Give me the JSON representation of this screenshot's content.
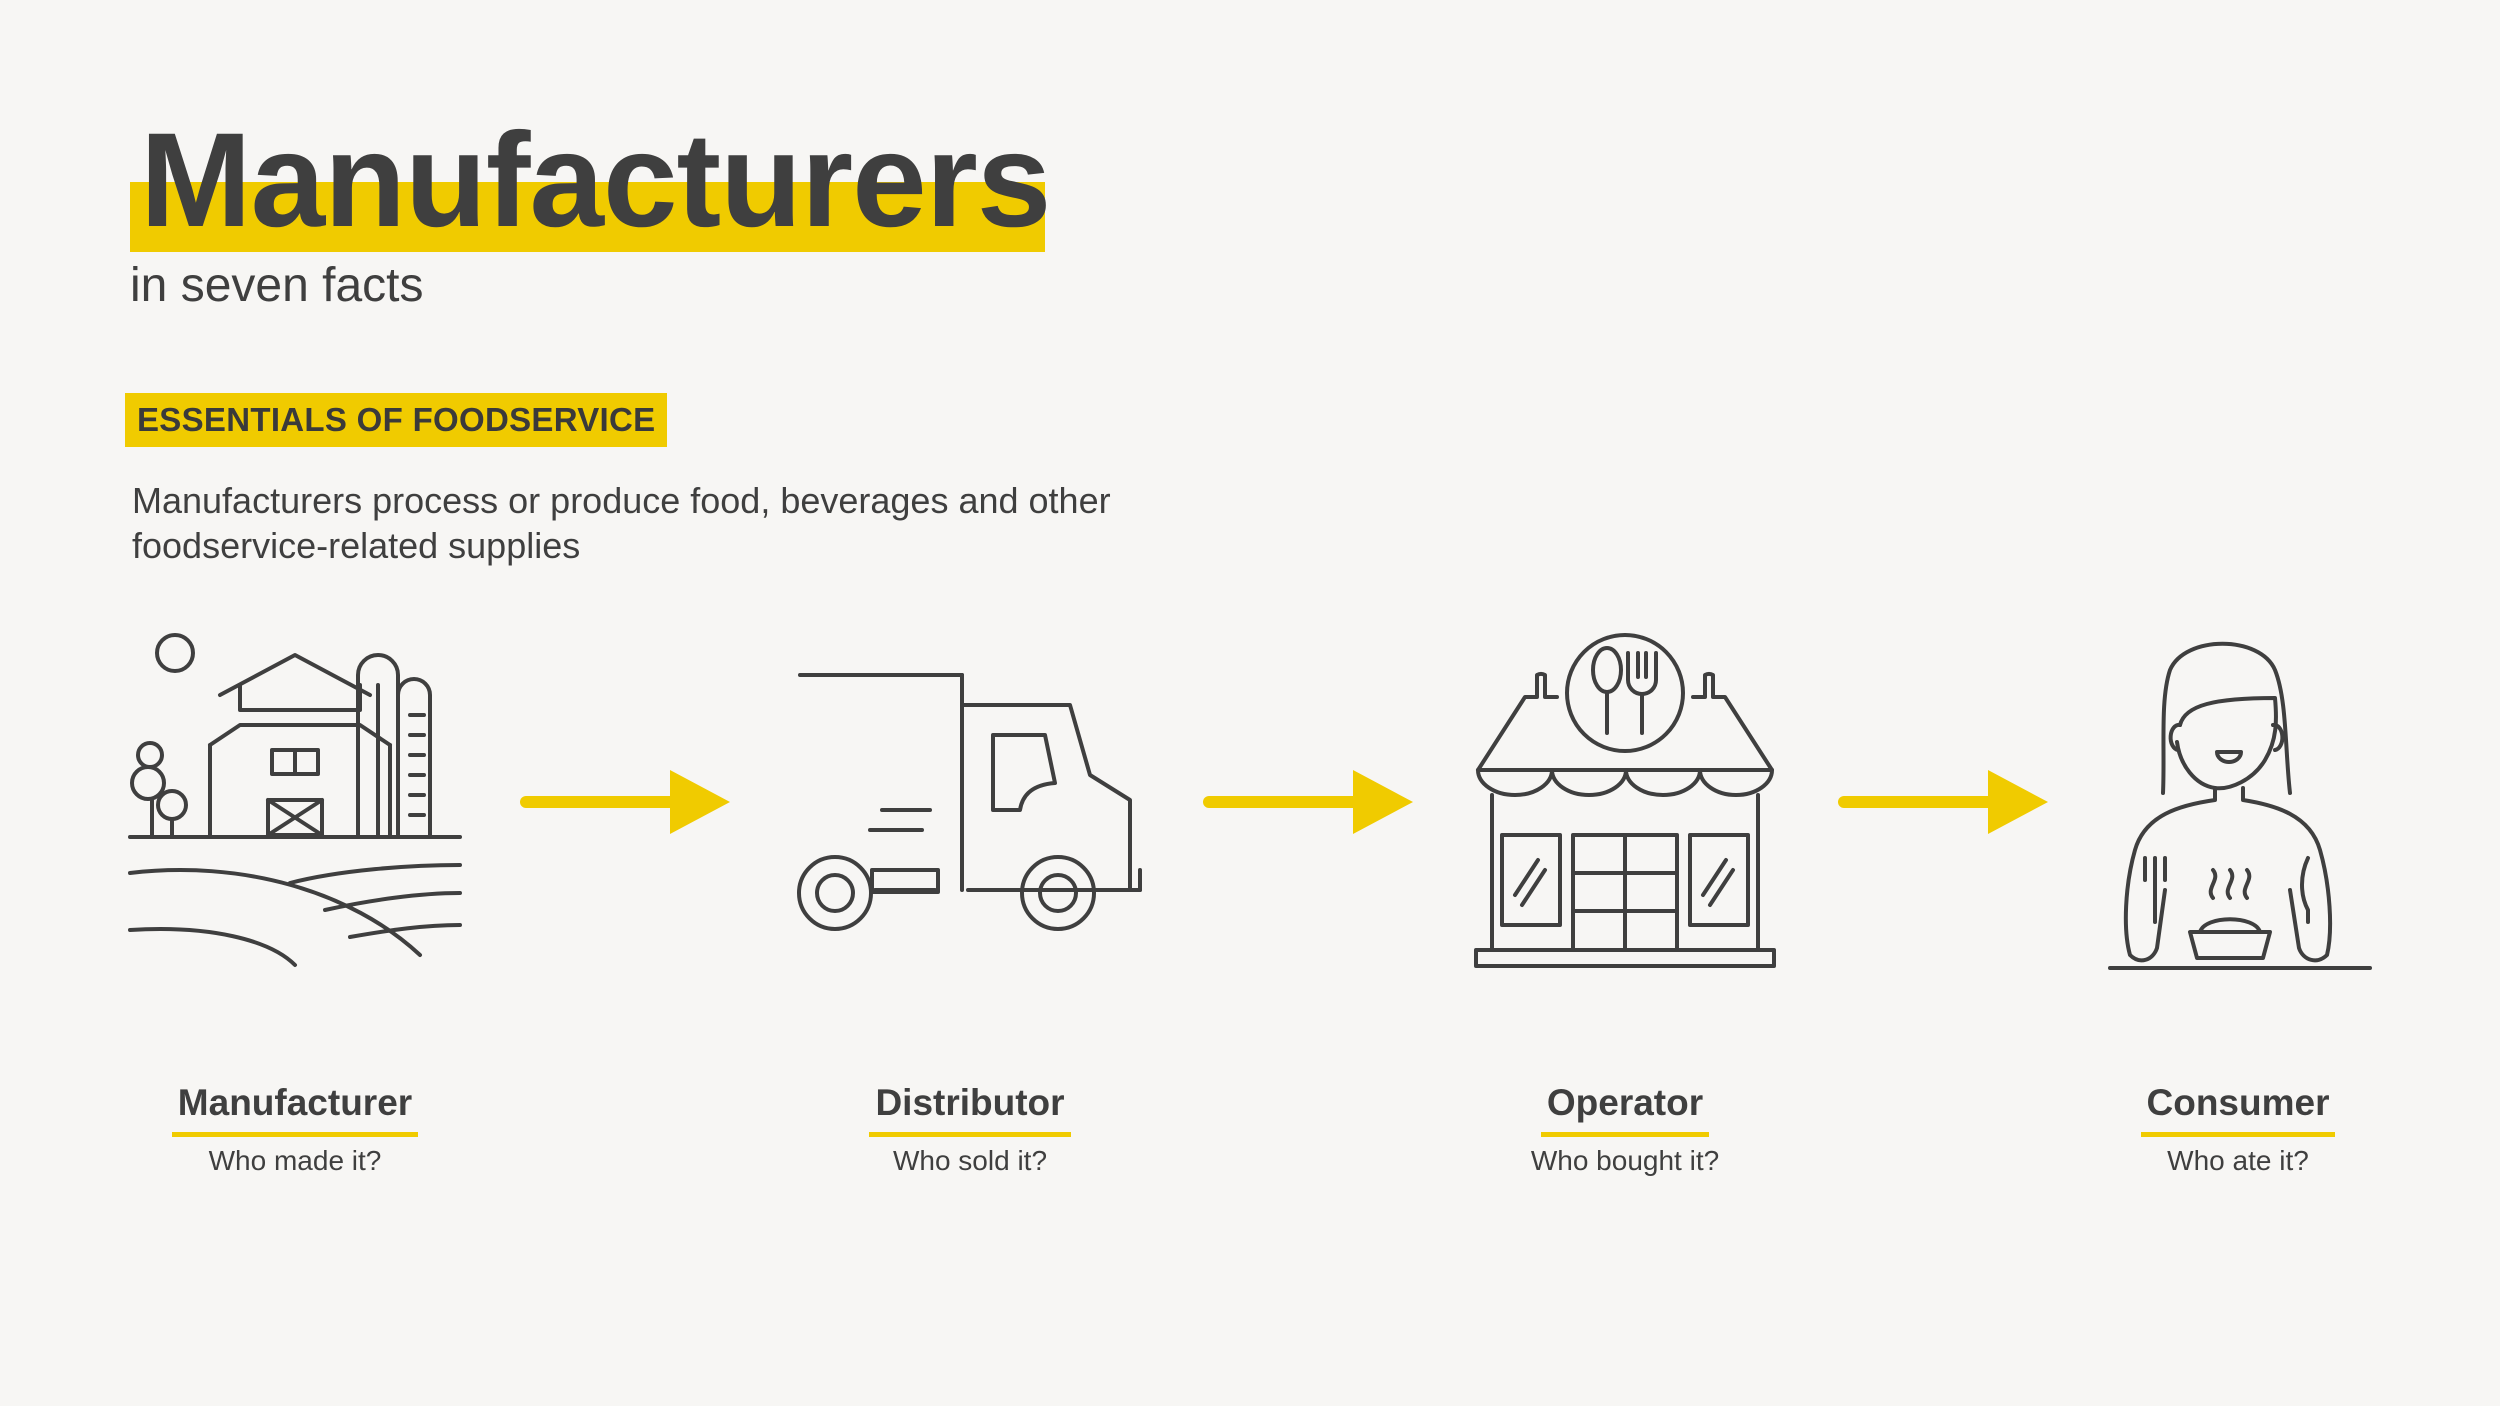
{
  "title": "Manufacturers",
  "subtitle": "in seven facts",
  "tag": "ESSENTIALS OF FOODSERVICE",
  "intro": "Manufacturers process or produce food, beverages and other foodservice-related supplies",
  "accent_color": "#f0cb00",
  "text_color": "#3f3f3f",
  "stages": [
    {
      "name": "Manufacturer",
      "question": "Who made it?",
      "icon": "farm-icon"
    },
    {
      "name": "Distributor",
      "question": "Who sold it?",
      "icon": "truck-icon"
    },
    {
      "name": "Operator",
      "question": "Who bought it?",
      "icon": "restaurant-icon"
    },
    {
      "name": "Consumer",
      "question": "Who ate it?",
      "icon": "person-eating-icon"
    }
  ]
}
